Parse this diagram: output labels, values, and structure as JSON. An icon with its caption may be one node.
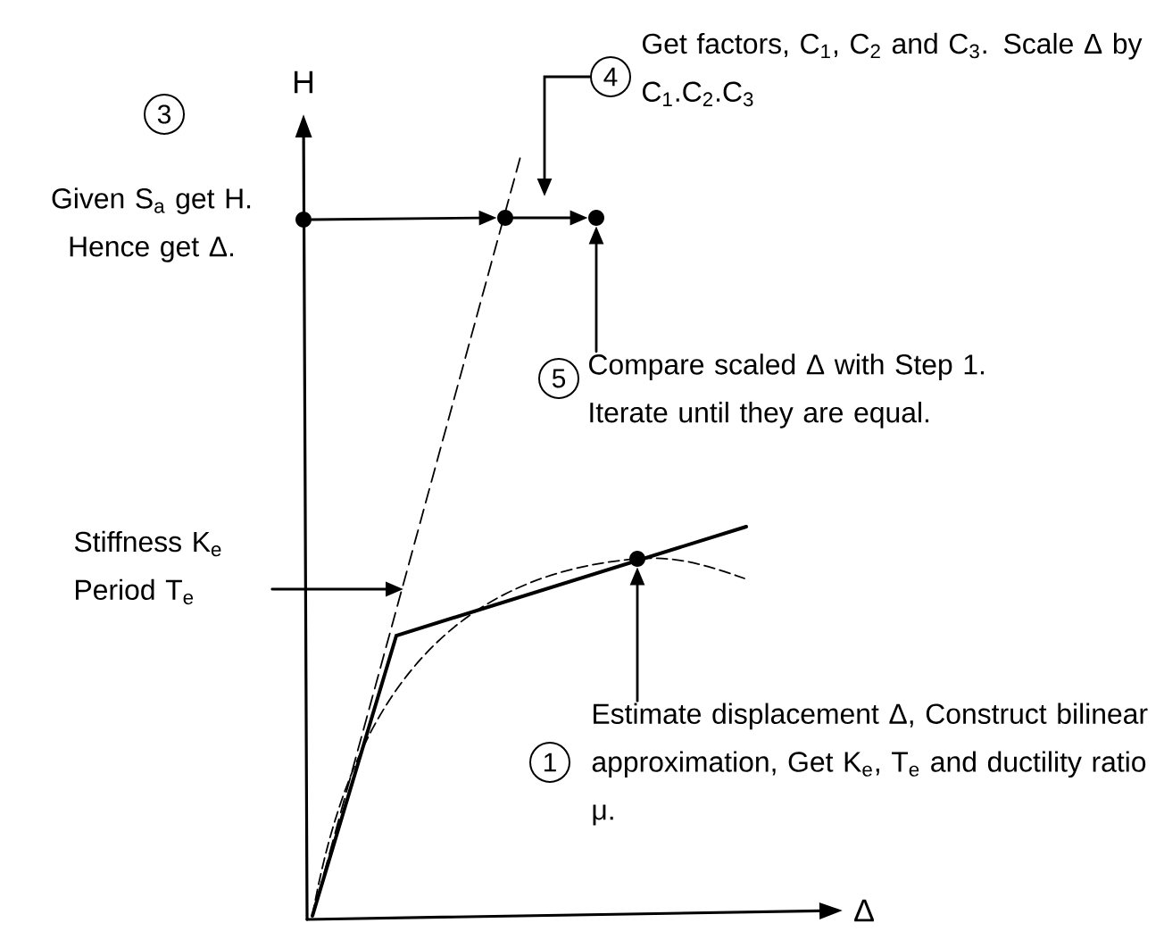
{
  "diagram": {
    "nodes": [
      {
        "text": [
          "3"
        ]
      },
      {
        "text": [
          "Given S$_{a}$ get H. Hence get Δ."
        ]
      },
      {
        "text": [
          "4"
        ]
      },
      {
        "text": [
          "Get factors, C$_{1}$, C$_{2}$ and C$_{3}$. Scale Δ by C$_{1}$.C$_{2}$.C$_{3}$"
        ]
      },
      {
        "text": [
          "5"
        ]
      },
      {
        "text": [
          "Compare scaled Δ with Step 1. Iterate until they are equal."
        ]
      },
      {
        "text": [
          "Stiffness K$_{e}$ Period T$_{e}$"
        ]
      },
      {
        "text": [
          "1"
        ]
      },
      {
        "text": [
          "Estimate displacement Δ, Construct bilinear approximation, Get K$_{e}$, T$_{e}$ and ductility ratio μ."
        ]
      },
      {
        "text": [],
        "shape": "circle"
      },
      {
        "text": [],
        "shape": "circle"
      },
      {
        "text": [],
        "shape": "circle"
      },
      {
        "text": [],
        "shape": "circle"
      }
    ],
    "edges": [
      {
        "from": 9,
        "to": 10,
        "arrow": "to"
      },
      {
        "from": 10,
        "to": 11,
        "arrow": "to"
      },
      {
        "from": 2,
        "to": null,
        "arrow": "to"
      },
      {
        "from": 5,
        "to": 11,
        "arrow": "to"
      },
      {
        "from": 6,
        "to": null,
        "arrow": "to"
      },
      {
        "from": 8,
        "to": 12,
        "arrow": "to"
      }
    ],
    "labels": [
      "H",
      "Δ"
    ]
  }
}
